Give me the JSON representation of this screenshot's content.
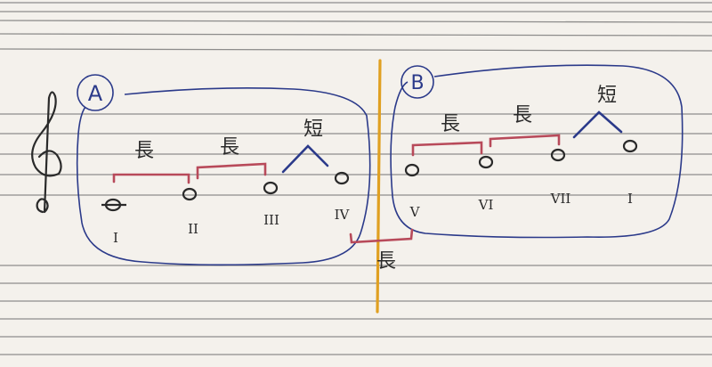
{
  "image": {
    "paper_color": "#f4f1ec",
    "staff_line_color": "#6b6b6b",
    "ink_blue": "#2b3a8a",
    "ink_red": "#b84a5a",
    "ink_black": "#2a2a2a",
    "ink_orange": "#e0a021"
  },
  "group_a": {
    "label": "A",
    "intervals": [
      {
        "label": "長",
        "kind": "whole",
        "color": "#b84a5a"
      },
      {
        "label": "長",
        "kind": "whole",
        "color": "#b84a5a"
      },
      {
        "label": "短",
        "kind": "half",
        "color": "#2b3a8a"
      }
    ],
    "degrees": [
      "I",
      "II",
      "III",
      "IV"
    ]
  },
  "group_b": {
    "label": "B",
    "intervals": [
      {
        "label": "長",
        "kind": "whole",
        "color": "#b84a5a"
      },
      {
        "label": "長",
        "kind": "whole",
        "color": "#b84a5a"
      },
      {
        "label": "短",
        "kind": "half",
        "color": "#2b3a8a"
      }
    ],
    "degrees": [
      "V",
      "VI",
      "VII",
      "I"
    ]
  },
  "bridge": {
    "label": "長",
    "kind": "whole"
  },
  "clef": {
    "icon": "treble-clef-icon"
  }
}
